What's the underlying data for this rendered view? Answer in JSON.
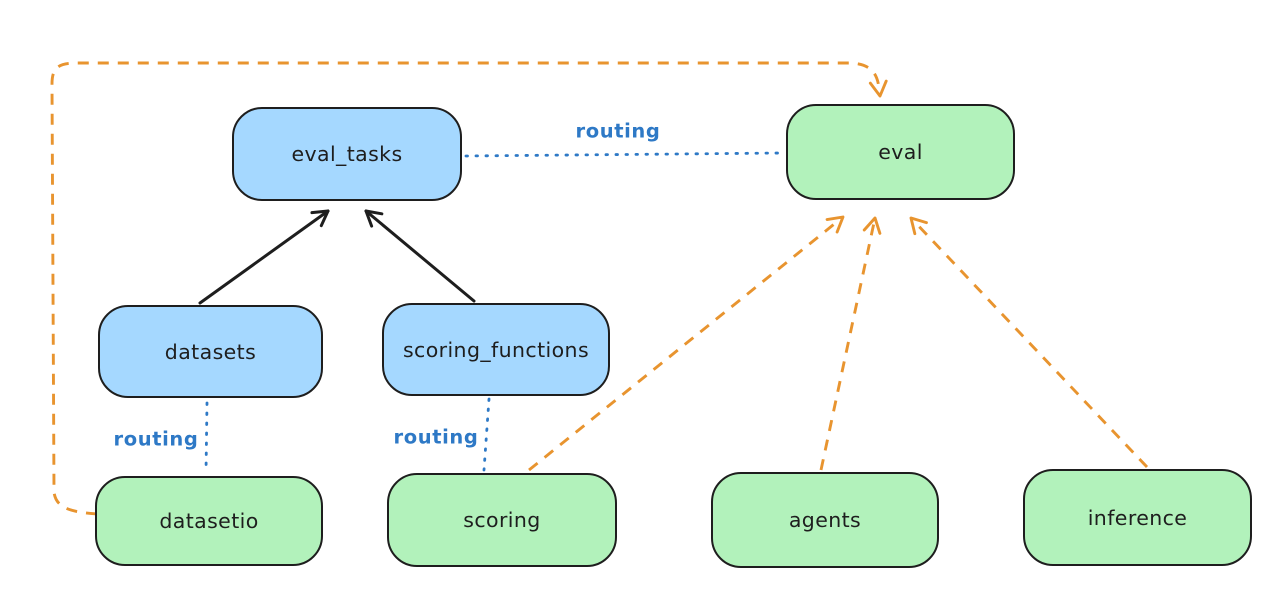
{
  "colors": {
    "background": "#ffffff",
    "blue_node_fill": "#a5d8ff",
    "green_node_fill": "#b2f2bb",
    "node_border": "#1e1e1e",
    "node_text": "#1e1e1e",
    "routing_blue": "#2e79c6",
    "arrow_orange": "#e8942f",
    "arrow_black": "#1e1e1e"
  },
  "nodes": {
    "eval_tasks": {
      "label": "eval_tasks"
    },
    "eval": {
      "label": "eval"
    },
    "datasets": {
      "label": "datasets"
    },
    "scoring_functions": {
      "label": "scoring_functions"
    },
    "datasetio": {
      "label": "datasetio"
    },
    "scoring": {
      "label": "scoring"
    },
    "agents": {
      "label": "agents"
    },
    "inference": {
      "label": "inference"
    }
  },
  "edge_labels": {
    "eval_tasks_eval": "routing",
    "datasets_datasetio": "routing",
    "scoring_functions_scoring": "routing"
  }
}
